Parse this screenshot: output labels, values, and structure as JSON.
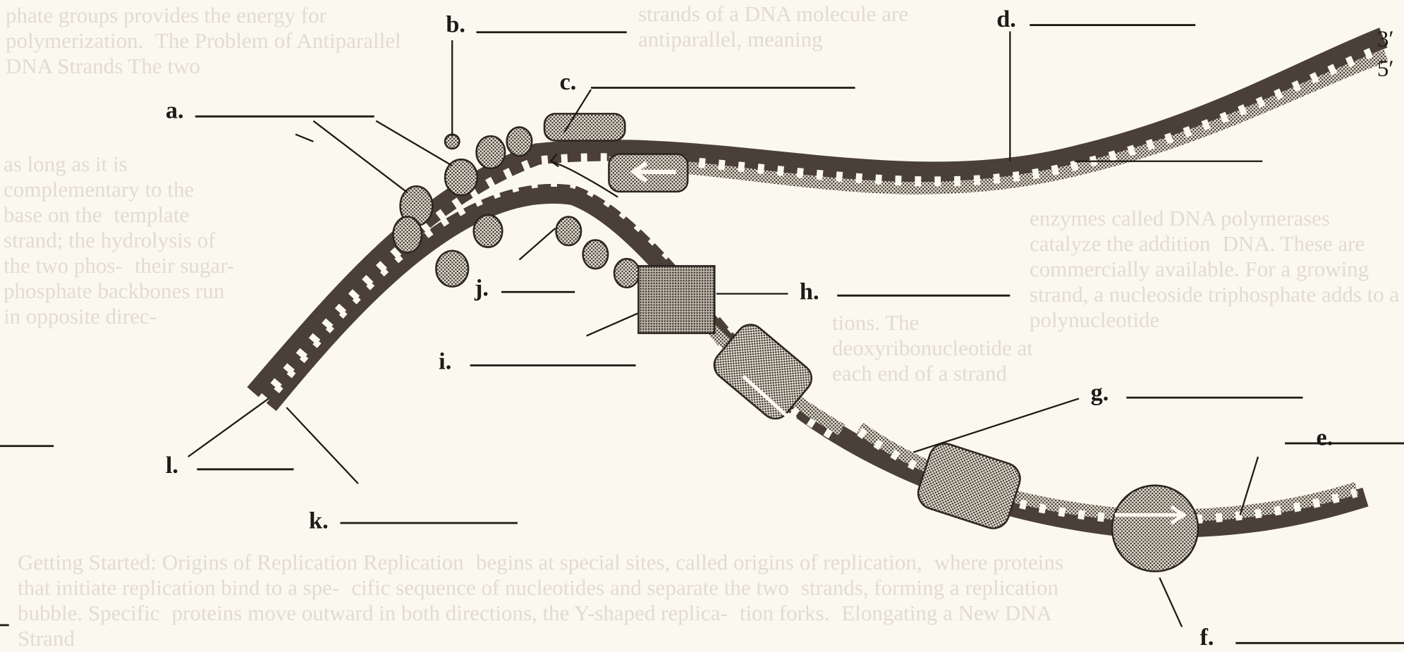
{
  "figure": {
    "labels": [
      {
        "letter": "a.",
        "answer": ""
      },
      {
        "letter": "b.",
        "answer": ""
      },
      {
        "letter": "c.",
        "answer": ""
      },
      {
        "letter": "d.",
        "answer": ""
      },
      {
        "letter": "e.",
        "answer": ""
      },
      {
        "letter": "f.",
        "answer": ""
      },
      {
        "letter": "g.",
        "answer": ""
      },
      {
        "letter": "h.",
        "answer": ""
      },
      {
        "letter": "i.",
        "answer": ""
      },
      {
        "letter": "j.",
        "answer": ""
      },
      {
        "letter": "k.",
        "answer": ""
      },
      {
        "letter": "l.",
        "answer": ""
      }
    ],
    "end_3prime": "3′",
    "end_5prime": "5′"
  },
  "background_text": [
    "Getting Started: Origins of Replication   Replication",
    "begins at special sites, called origins of replication,",
    "where proteins that initiate replication bind to a spe-",
    "cific sequence of nucleotides and separate the two",
    "strands, forming a replication bubble. Specific",
    "proteins move outward in both directions, the Y-shaped replica-",
    "tion forks.",
    "Elongating a New DNA Strand",
    "enzymes called DNA polymerases catalyze the addition",
    "DNA. These are commercially available. For a growing",
    "strand, a nucleoside triphosphate adds to a polynucleotide",
    "as long as it is complementary to the base on the",
    "template strand; the hydrolysis of the two phos-",
    "phate groups provides the energy for polymerization.",
    "The Problem of Antiparallel DNA Strands   The two",
    "strands of a DNA molecule are antiparallel, meaning",
    "their sugar-phosphate backbones run in opposite direc-",
    "tions. The deoxyribonucleotide at each end of a strand"
  ],
  "colors": {
    "strand": "#4a4038",
    "paper": "#fbf8ef",
    "ink": "#1e1a16"
  }
}
